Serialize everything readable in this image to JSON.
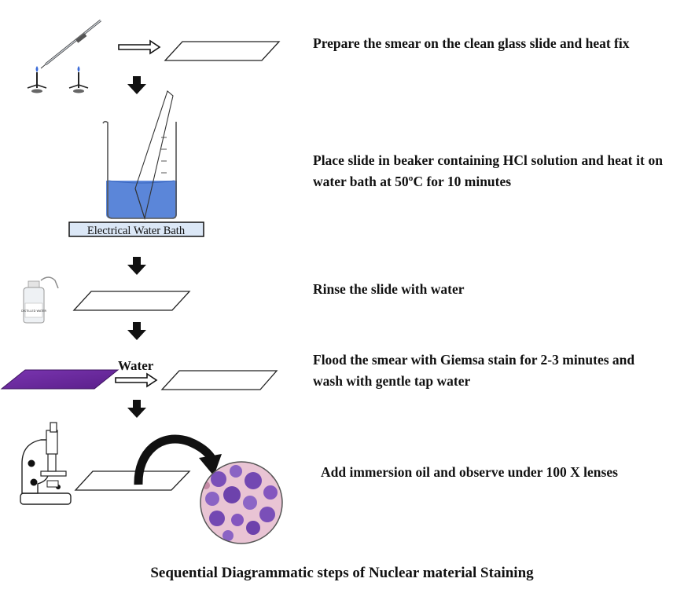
{
  "steps": [
    {
      "text": "Prepare the smear on the clean glass slide and heat fix"
    },
    {
      "text": "Place slide in beaker containing HCl solution and heat it on water bath at 50ºC for 10 minutes"
    },
    {
      "text": "Rinse the slide with water"
    },
    {
      "text": "Flood the smear with Giemsa stain for 2-3 minutes and wash with gentle tap water"
    },
    {
      "text": "Add immersion oil and observe under 100 X lenses"
    }
  ],
  "labels": {
    "water_bath": "Electrical Water Bath",
    "water": "Water",
    "wash_bottle": "DISTILLED WATER"
  },
  "caption": "Sequential Diagrammatic steps of Nuclear material Staining",
  "colors": {
    "stain_slide": "#6a2a9c",
    "water": "#5b86d9",
    "bath_fill": "#dbe7f6",
    "cell_nucleus": "#7a4fb8",
    "cell_background": "#e9c4d4"
  },
  "icons": [
    "bunsen-burner-icon",
    "pipette-icon",
    "beaker-icon",
    "wash-bottle-icon",
    "microscope-icon",
    "curved-arrow-icon",
    "down-arrow-icon",
    "right-arrow-icon"
  ]
}
